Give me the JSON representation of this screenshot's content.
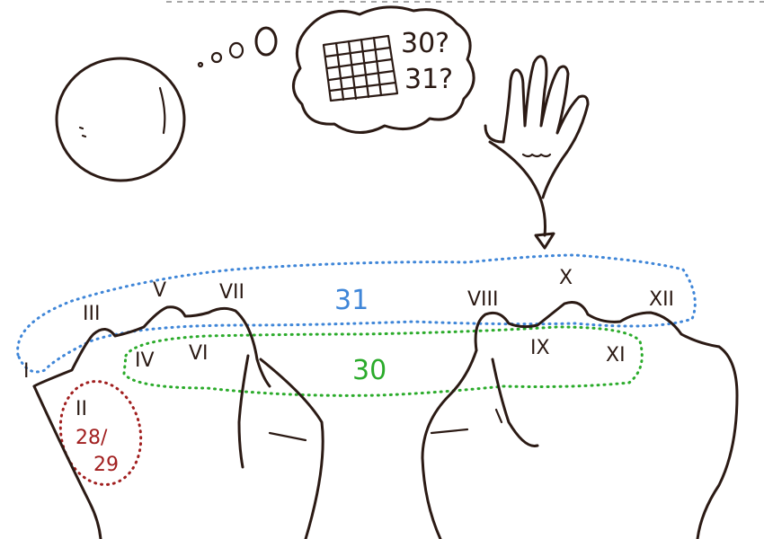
{
  "thought": {
    "line1": "30?",
    "line2": "31?"
  },
  "knuckle_labels": {
    "i": "I",
    "ii": "II",
    "iii": "III",
    "iv": "IV",
    "v": "V",
    "vi": "VI",
    "vii": "VII",
    "viii": "VIII",
    "ix": "IX",
    "x": "X",
    "xi": "XI",
    "xii": "XII"
  },
  "groups": {
    "long_months": {
      "label": "31",
      "color": "#3f86d8"
    },
    "short_months": {
      "label": "30",
      "color": "#2bab2b"
    },
    "february": {
      "line1": "28/",
      "line2": "29",
      "color": "#a11f1f"
    }
  }
}
